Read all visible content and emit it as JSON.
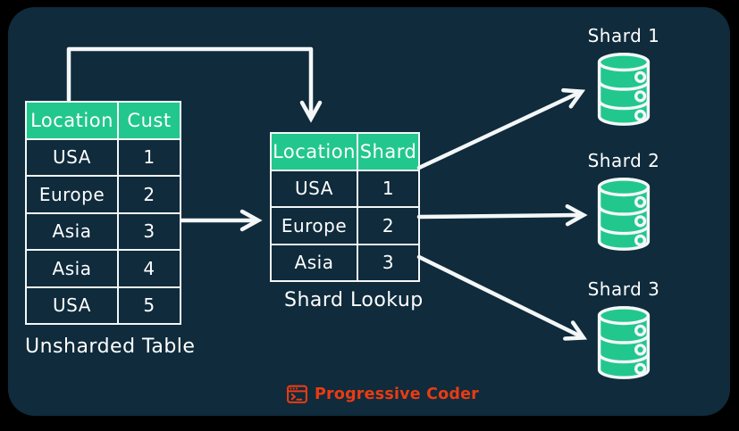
{
  "colors": {
    "bg-outer": "#000000",
    "bg-inner": "#0f2b3c",
    "green": "#22c78e",
    "line": "#f4f7f8",
    "text": "#ffffff",
    "logo": "#ea3b13"
  },
  "unsharded_table": {
    "caption": "Unsharded Table",
    "headers": [
      "Location",
      "Cust"
    ],
    "rows": [
      [
        "USA",
        "1"
      ],
      [
        "Europe",
        "2"
      ],
      [
        "Asia",
        "3"
      ],
      [
        "Asia",
        "4"
      ],
      [
        "USA",
        "5"
      ]
    ]
  },
  "lookup_table": {
    "caption": "Shard Lookup",
    "headers": [
      "Location",
      "Shard"
    ],
    "rows": [
      [
        "USA",
        "1"
      ],
      [
        "Europe",
        "2"
      ],
      [
        "Asia",
        "3"
      ]
    ]
  },
  "shards": [
    {
      "label": "Shard 1",
      "icon": "database-icon"
    },
    {
      "label": "Shard 2",
      "icon": "database-icon"
    },
    {
      "label": "Shard 3",
      "icon": "database-icon"
    }
  ],
  "brand": {
    "name": "Progressive Coder",
    "icon": "terminal-window-icon"
  }
}
